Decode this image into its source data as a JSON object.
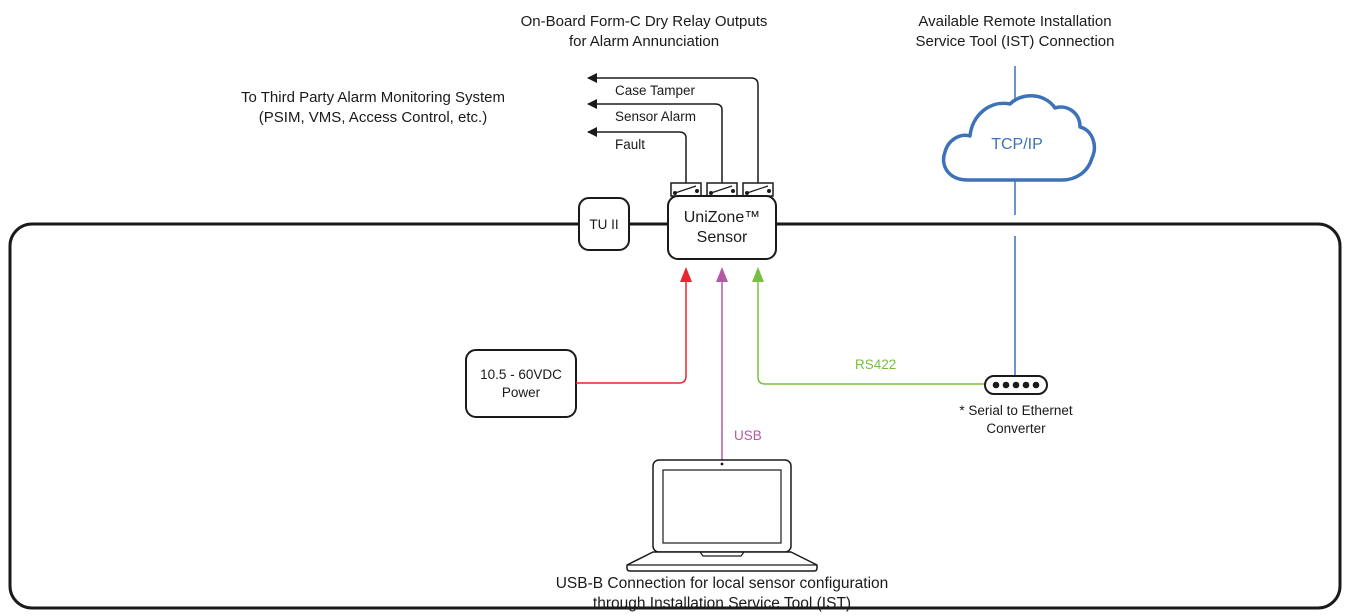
{
  "relay_outputs": {
    "title_line1": "On-Board Form-C Dry Relay Outputs",
    "title_line2": "for Alarm Annunciation",
    "items": [
      {
        "label": "Case Tamper"
      },
      {
        "label": "Sensor Alarm"
      },
      {
        "label": "Fault"
      }
    ]
  },
  "third_party": {
    "line1": "To Third Party Alarm Monitoring System",
    "line2": "(PSIM, VMS, Access Control, etc.)"
  },
  "remote_ist": {
    "line1": "Available Remote Installation",
    "line2": "Service Tool (IST) Connection"
  },
  "network": {
    "label": "TCP/IP"
  },
  "tu_ii": {
    "label": "TU II"
  },
  "sensor": {
    "line1": "UniZone™",
    "line2": "Sensor"
  },
  "power": {
    "line1": "10.5 - 60VDC",
    "line2": "Power"
  },
  "links": {
    "rs422": "RS422",
    "usb": "USB"
  },
  "converter": {
    "line1": "* Serial to Ethernet",
    "line2": "Converter"
  },
  "laptop": {
    "line1": "USB-B Connection for local sensor configuration",
    "line2": "through Installation Service Tool (IST)"
  },
  "colors": {
    "power_line": "#e8262b",
    "usb_line": "#b35aa6",
    "rs422_line": "#77c043",
    "network": "#3d72b8",
    "stroke": "#1a1a1a"
  }
}
